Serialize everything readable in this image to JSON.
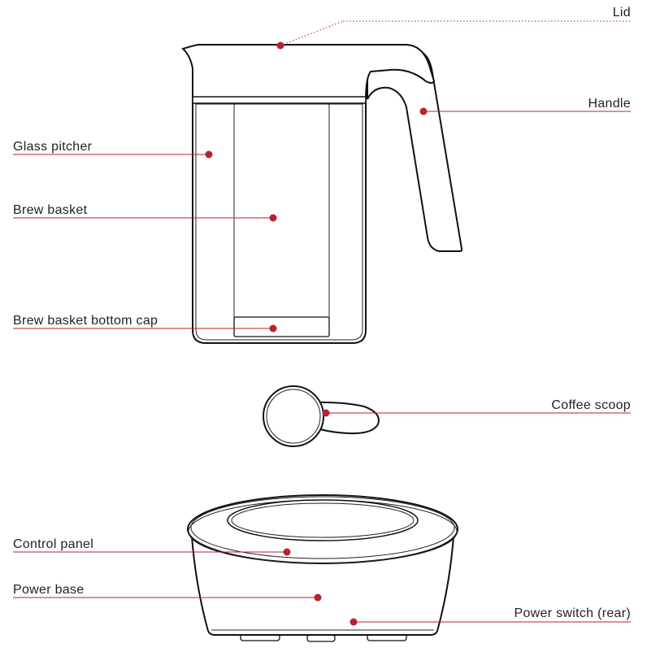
{
  "callouts": {
    "lid": "Lid",
    "handle": "Handle",
    "glass_pitcher": "Glass pitcher",
    "brew_basket": "Brew basket",
    "brew_basket_bottom_cap": "Brew basket bottom cap",
    "coffee_scoop": "Coffee scoop",
    "control_panel": "Control panel",
    "power_base": "Power base",
    "power_switch": "Power switch (rear)"
  },
  "colors": {
    "accent": "#b8222e",
    "outline": "#111111",
    "text": "#222222"
  }
}
